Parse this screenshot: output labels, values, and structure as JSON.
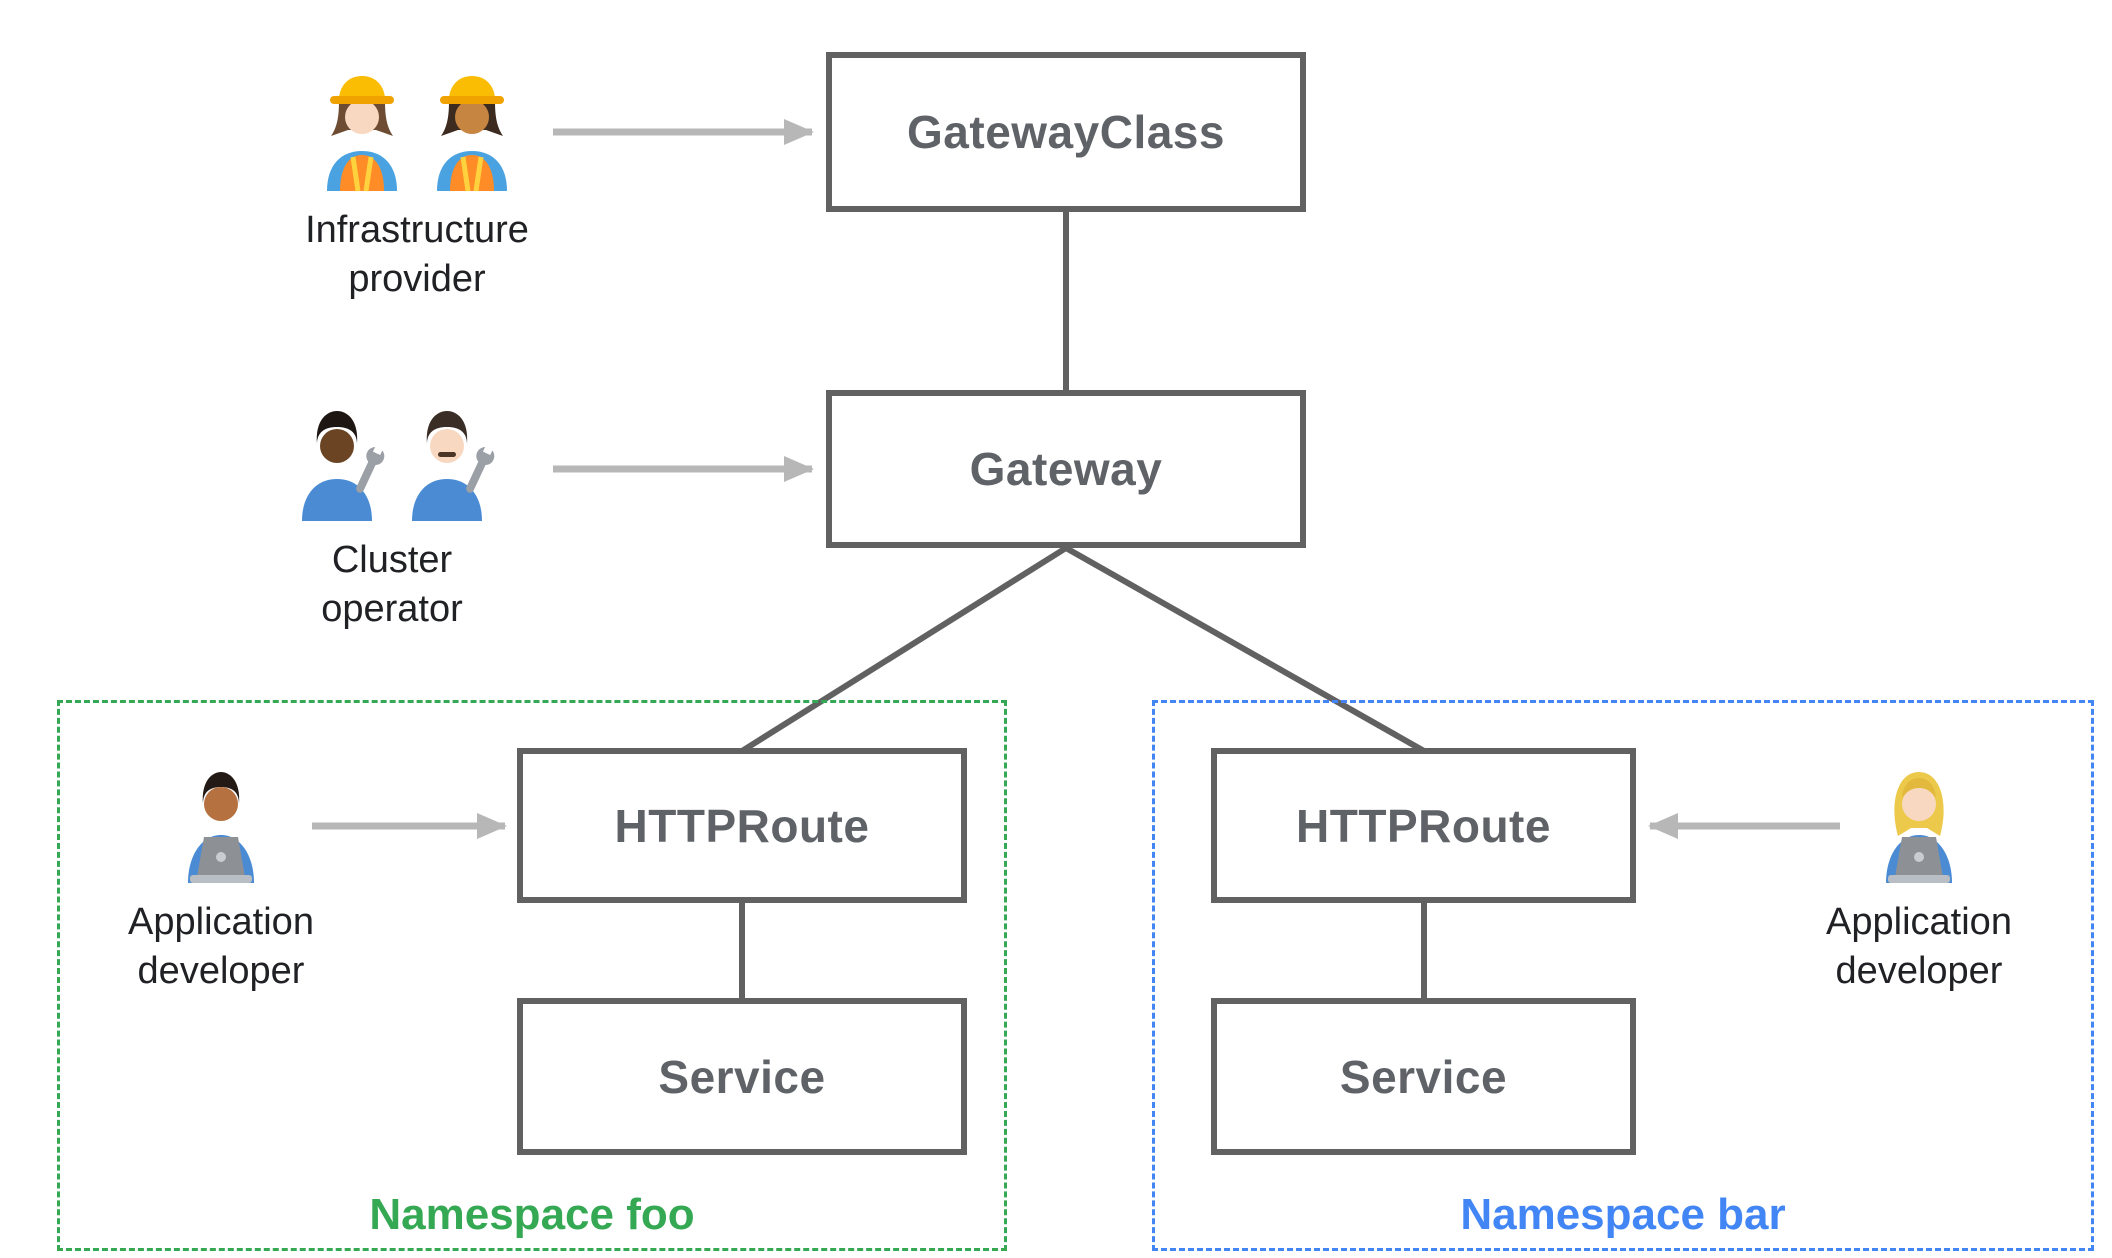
{
  "boxes": {
    "gatewayclass": "GatewayClass",
    "gateway": "Gateway",
    "httproute_foo": "HTTPRoute",
    "service_foo": "Service",
    "httproute_bar": "HTTPRoute",
    "service_bar": "Service"
  },
  "namespaces": {
    "foo": {
      "label": "Namespace foo",
      "color": "#34a853"
    },
    "bar": {
      "label": "Namespace bar",
      "color": "#4285f4"
    }
  },
  "actors": {
    "infrastructure_provider": {
      "label": "Infrastructure provider",
      "icons": [
        "woman-construction-worker-icon",
        "woman-construction-worker-icon"
      ]
    },
    "cluster_operator": {
      "label": "Cluster operator",
      "icons": [
        "mechanic-icon",
        "man-mechanic-icon"
      ]
    },
    "app_developer_foo": {
      "label": "Application developer",
      "icons": [
        "man-technologist-icon"
      ]
    },
    "app_developer_bar": {
      "label": "Application developer",
      "icons": [
        "woman-technologist-icon"
      ]
    }
  },
  "colors": {
    "box_border": "#616161",
    "box_text": "#5f6368",
    "connector_line": "#616161",
    "arrow": "#b7b7b7",
    "namespace_foo_accent": "#34a853",
    "namespace_bar_accent": "#4285f4",
    "actor_label_text": "#202124"
  }
}
